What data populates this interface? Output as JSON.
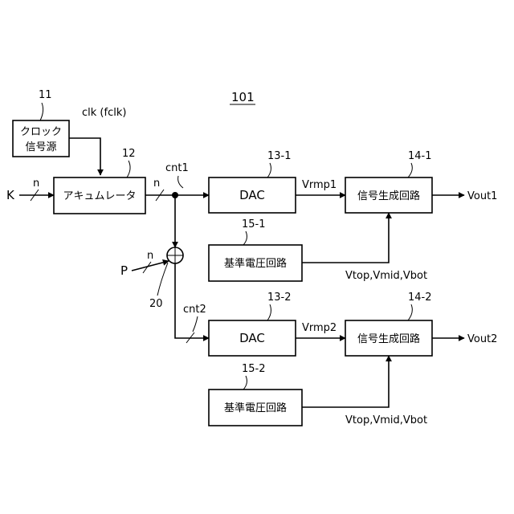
{
  "figure_number": "101",
  "clock": {
    "ref": "11",
    "line1": "クロック",
    "line2": "信号源",
    "signal": "clk (fclk)"
  },
  "accumulator": {
    "ref": "12",
    "label": "アキュムレータ",
    "input_signal": "K",
    "input_width": "n",
    "output_width": "n",
    "output_signal": "cnt1"
  },
  "adder": {
    "ref": "20",
    "input_signal": "P",
    "input_width": "n",
    "output_signal": "cnt2"
  },
  "channels": [
    {
      "dac_ref": "13-1",
      "dac_label": "DAC",
      "ramp_signal": "Vrmp1",
      "gen_ref": "14-1",
      "gen_label": "信号生成回路",
      "output": "Vout1",
      "ref_ref": "15-1",
      "ref_label": "基準電圧回路",
      "ref_signals": "Vtop,Vmid,Vbot"
    },
    {
      "dac_ref": "13-2",
      "dac_label": "DAC",
      "ramp_signal": "Vrmp2",
      "gen_ref": "14-2",
      "gen_label": "信号生成回路",
      "output": "Vout2",
      "ref_ref": "15-2",
      "ref_label": "基準電圧回路",
      "ref_signals": "Vtop,Vmid,Vbot"
    }
  ]
}
